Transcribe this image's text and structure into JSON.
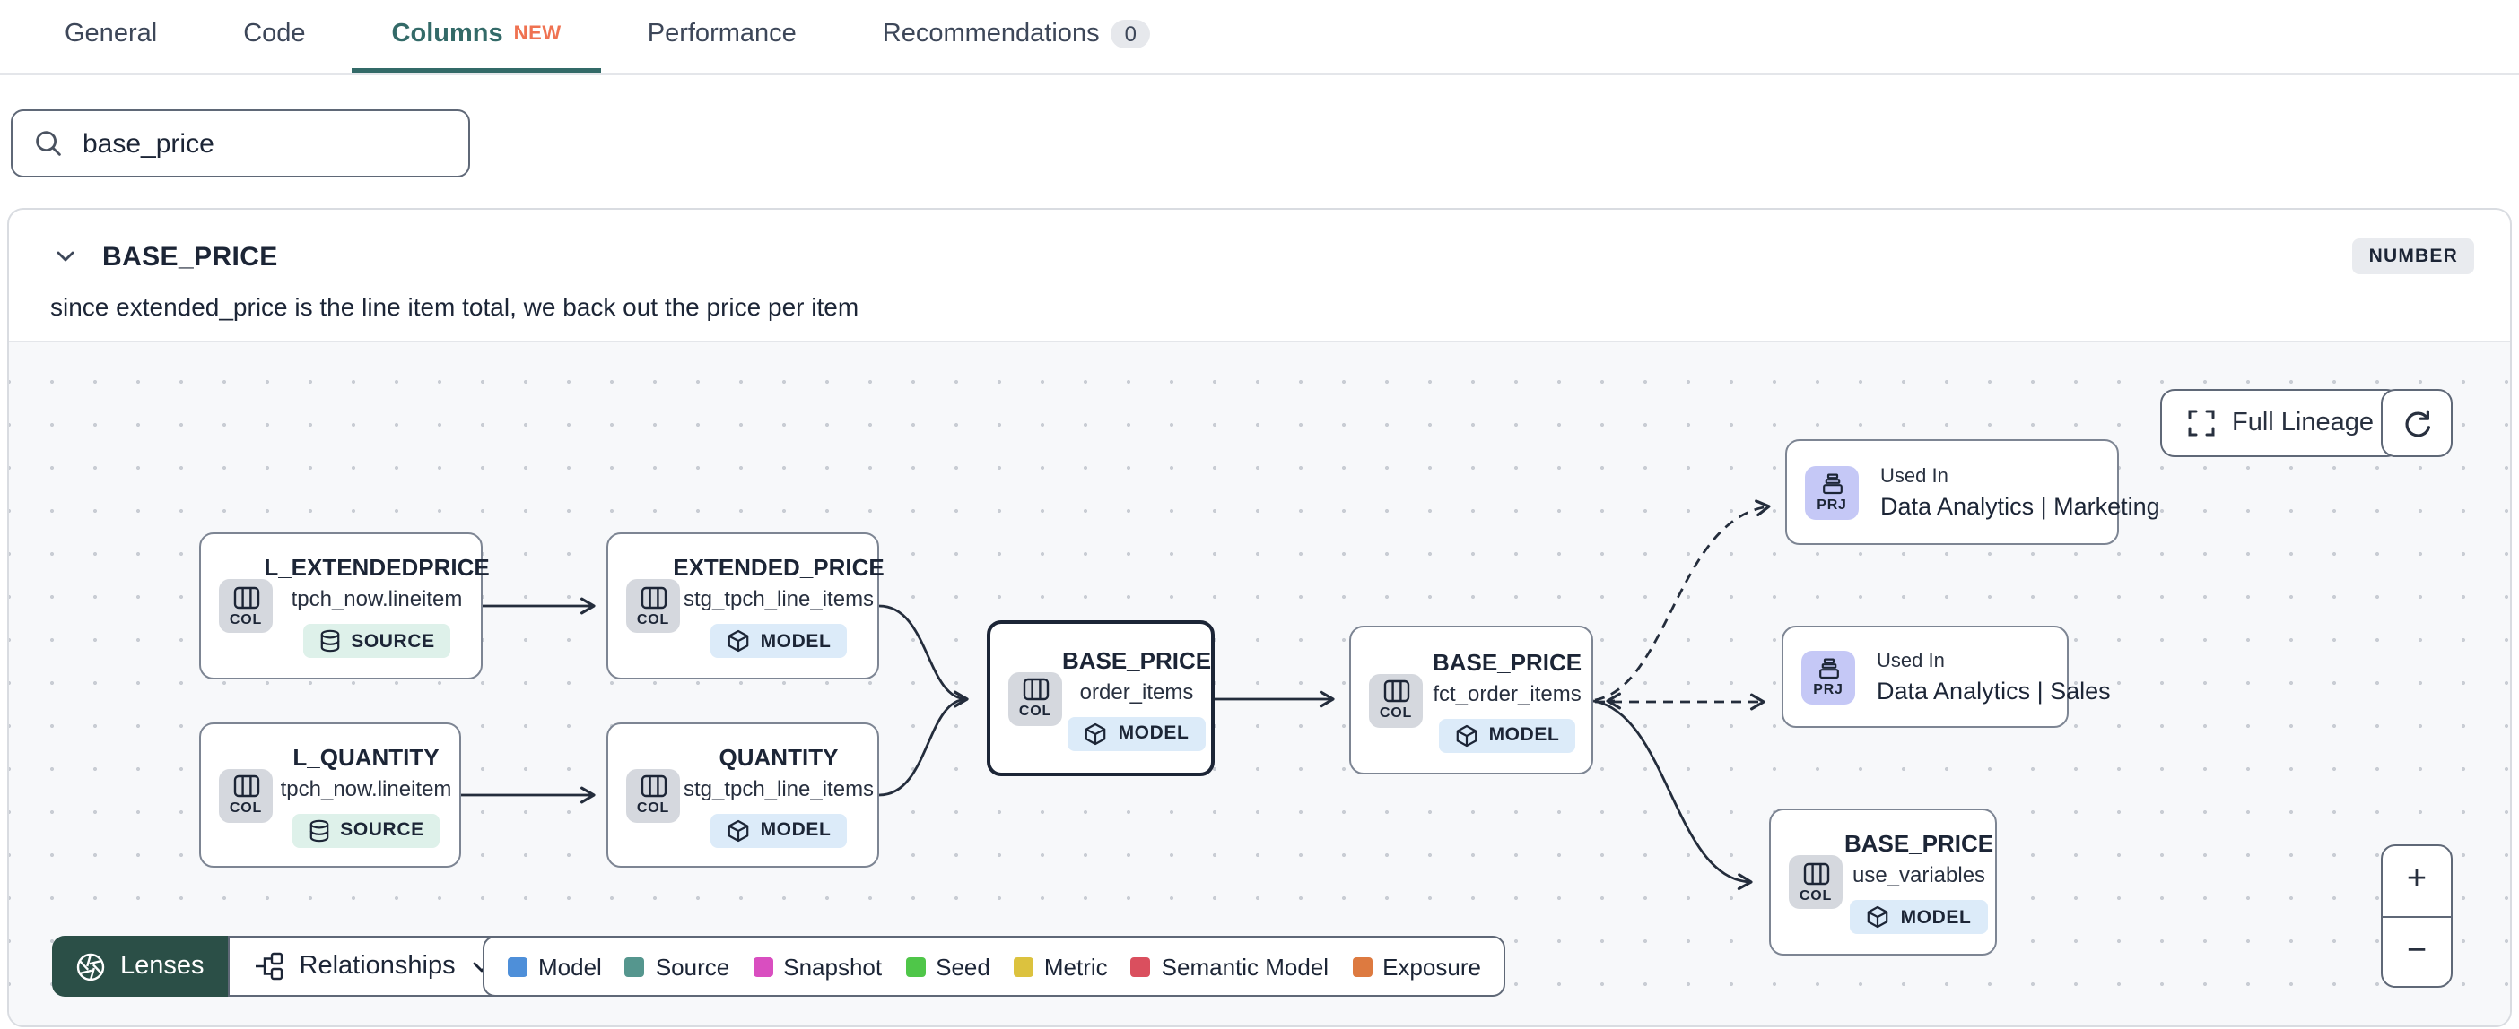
{
  "colors": {
    "accent_teal": "#336a68",
    "new_badge": "#ef7251",
    "lenses_bg": "#2b4f47",
    "selected_node_border": "#1c2536",
    "edge": "#242d3c",
    "canvas_bg": "#f7f8fa",
    "model_badge_bg": "#dcebf9",
    "source_badge_bg": "#def1ea",
    "project_chip_bg": "#c5c8f6"
  },
  "tabs": {
    "items": [
      {
        "label": "General"
      },
      {
        "label": "Code"
      },
      {
        "label": "Columns",
        "badge": "NEW"
      },
      {
        "label": "Performance"
      },
      {
        "label": "Recommendations",
        "count": "0"
      }
    ]
  },
  "search": {
    "value": "base_price"
  },
  "column": {
    "name": "BASE_PRICE",
    "type": "NUMBER",
    "description": "since extended_price is the line item total, we back out the price per item"
  },
  "lineage": {
    "full_lineage_label": "Full Lineage",
    "nodes": [
      {
        "chip": "COL",
        "title": "L_EXTENDEDPRICE",
        "subtitle": "tpch_now.lineitem",
        "badge": "SOURCE"
      },
      {
        "chip": "COL",
        "title": "EXTENDED_PRICE",
        "subtitle": "stg_tpch_line_items",
        "badge": "MODEL"
      },
      {
        "chip": "COL",
        "title": "L_QUANTITY",
        "subtitle": "tpch_now.lineitem",
        "badge": "SOURCE"
      },
      {
        "chip": "COL",
        "title": "QUANTITY",
        "subtitle": "stg_tpch_line_items",
        "badge": "MODEL"
      },
      {
        "chip": "COL",
        "title": "BASE_PRICE",
        "subtitle": "order_items",
        "badge": "MODEL",
        "selected": true
      },
      {
        "chip": "COL",
        "title": "BASE_PRICE",
        "subtitle": "fct_order_items",
        "badge": "MODEL"
      },
      {
        "chip": "PRJ",
        "title": "Used In",
        "subtitle": "Data Analytics | Marketing"
      },
      {
        "chip": "PRJ",
        "title": "Used In",
        "subtitle": "Data Analytics | Sales"
      },
      {
        "chip": "COL",
        "title": "BASE_PRICE",
        "subtitle": "use_variables",
        "badge": "MODEL"
      }
    ],
    "toolbar": {
      "lenses": "Lenses",
      "relationships": "Relationships"
    },
    "legend": {
      "items": [
        {
          "label": "Model",
          "color": "#4e8fd9"
        },
        {
          "label": "Source",
          "color": "#55968e"
        },
        {
          "label": "Snapshot",
          "color": "#d94ec0"
        },
        {
          "label": "Seed",
          "color": "#4fc649"
        },
        {
          "label": "Metric",
          "color": "#dcc23e"
        },
        {
          "label": "Semantic Model",
          "color": "#da4f5e"
        },
        {
          "label": "Exposure",
          "color": "#dd7a40"
        }
      ]
    },
    "zoom": {
      "in": "+",
      "out": "−"
    }
  }
}
